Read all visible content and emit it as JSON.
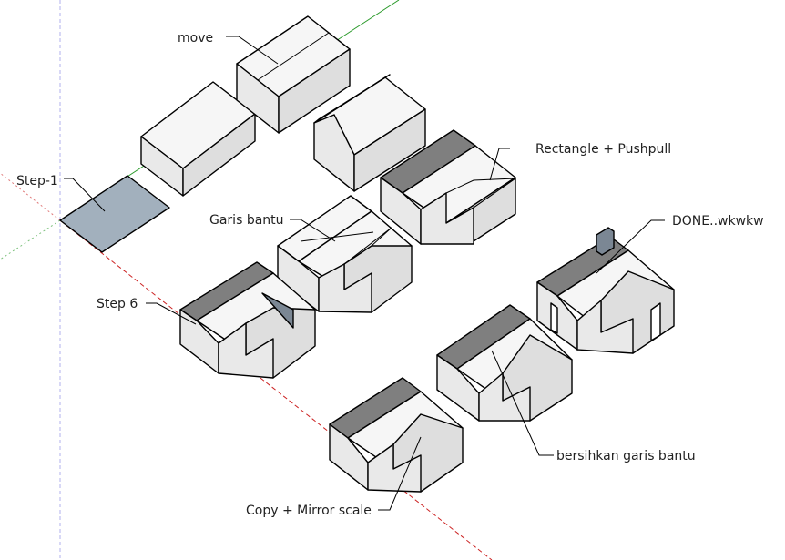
{
  "labels": {
    "move": "move",
    "step1": "Step-1",
    "rect_pushpull": "Rectangle + Pushpull",
    "garis_bantu": "Garis bantu",
    "done": "DONE..wkwkw",
    "step6": "Step 6",
    "bersihkan": "bersihkan garis bantu",
    "copy_mirror": "Copy + Mirror scale"
  },
  "colors": {
    "background": "#ffffff",
    "face_top": "#f6f6f6",
    "face_front": "#e9e9e9",
    "face_side": "#dedede",
    "roof_dark": "#7f7f7f",
    "base_rect": "#a2b0bd",
    "axis_red": "#cc2222",
    "axis_green": "#2a9a2a",
    "axis_blue": "#2222cc",
    "chimney": "#7b8794"
  }
}
